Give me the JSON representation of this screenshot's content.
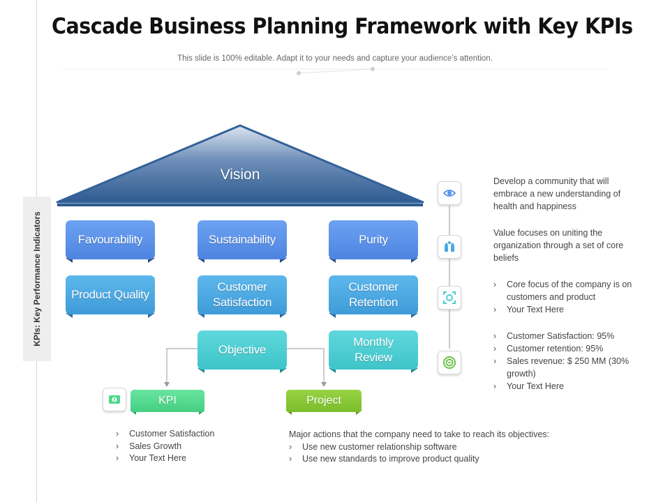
{
  "title": "Cascade Business Planning Framework with Key KPIs",
  "subtitle": "This slide is 100% editable. Adapt it to your needs and capture your audience’s attention.",
  "side_label": "KPIs: Key Performance Indicators",
  "vision": "Vision",
  "boxes": {
    "favourability": "Favourability",
    "sustainability": "Sustainability",
    "purity": "Purity",
    "product_quality": "Product Quality",
    "customer_satisfaction": [
      "Customer",
      "Satisfaction"
    ],
    "customer_retention": [
      "Customer",
      "Retention"
    ],
    "objective": "Objective",
    "monthly_review": [
      "Monthly",
      "Review"
    ]
  },
  "tags": {
    "kpi": "KPI",
    "project": "Project"
  },
  "colors": {
    "roof": "#2f5b91",
    "blue_box": "#5a90e8",
    "light_blue_box": "#4aa8e2",
    "teal_box": "#4ccdd1",
    "kpi_tag": "#4fd88c",
    "project_tag": "#84c431"
  },
  "icons": [
    "eye-icon",
    "hands-icon",
    "focus-icon",
    "target-icon",
    "money-icon"
  ],
  "right_texts": {
    "t1": "Develop a community that will embrace a new understanding of health and happiness",
    "t2": "Value focuses on uniting the organization through a set of core beliefs",
    "t3": [
      "Core focus of the company is on customers and product",
      "Your Text Here"
    ],
    "t4": [
      "Customer Satisfaction: 95%",
      "Customer retention: 95%",
      "Sales revenue: $ 250 MM (30% growth)",
      "Your Text Here"
    ]
  },
  "kpi_list": [
    "Customer Satisfaction",
    "Sales Growth",
    "Your Text Here"
  ],
  "project_text": {
    "intro": "Major actions that the company need to take to reach its objectives:",
    "items": [
      "Use new customer relationship software",
      "Use new standards to improve product quality"
    ]
  }
}
